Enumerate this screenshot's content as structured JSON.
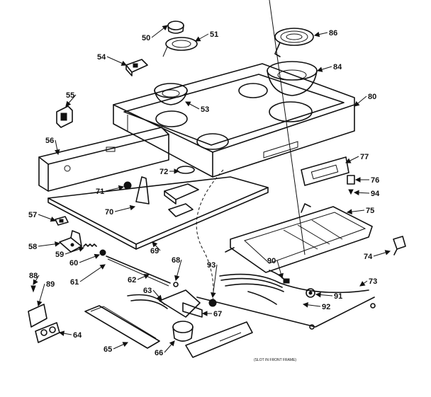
{
  "diagram": {
    "callouts": [
      {
        "id": "50",
        "label": "50"
      },
      {
        "id": "51",
        "label": "51"
      },
      {
        "id": "86",
        "label": "86"
      },
      {
        "id": "54",
        "label": "54"
      },
      {
        "id": "84",
        "label": "84"
      },
      {
        "id": "55",
        "label": "55"
      },
      {
        "id": "53",
        "label": "53"
      },
      {
        "id": "80",
        "label": "80"
      },
      {
        "id": "56",
        "label": "56"
      },
      {
        "id": "72",
        "label": "72"
      },
      {
        "id": "77",
        "label": "77"
      },
      {
        "id": "71",
        "label": "71"
      },
      {
        "id": "76",
        "label": "76"
      },
      {
        "id": "94",
        "label": "94"
      },
      {
        "id": "70",
        "label": "70"
      },
      {
        "id": "75",
        "label": "75"
      },
      {
        "id": "57",
        "label": "57"
      },
      {
        "id": "58",
        "label": "58"
      },
      {
        "id": "69",
        "label": "69"
      },
      {
        "id": "59",
        "label": "59"
      },
      {
        "id": "74",
        "label": "74"
      },
      {
        "id": "60",
        "label": "60"
      },
      {
        "id": "68",
        "label": "68"
      },
      {
        "id": "93",
        "label": "93"
      },
      {
        "id": "90",
        "label": "90"
      },
      {
        "id": "61",
        "label": "61"
      },
      {
        "id": "62",
        "label": "62"
      },
      {
        "id": "73",
        "label": "73"
      },
      {
        "id": "88",
        "label": "88"
      },
      {
        "id": "89",
        "label": "89"
      },
      {
        "id": "63",
        "label": "63"
      },
      {
        "id": "91",
        "label": "91"
      },
      {
        "id": "92",
        "label": "92"
      },
      {
        "id": "67",
        "label": "67"
      },
      {
        "id": "64",
        "label": "64"
      },
      {
        "id": "65",
        "label": "65"
      },
      {
        "id": "66",
        "label": "66"
      }
    ],
    "note": "(SLOT IN FRONT FRAME)"
  }
}
